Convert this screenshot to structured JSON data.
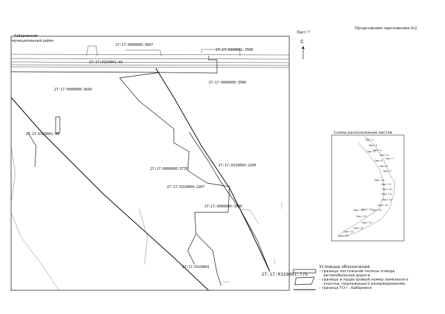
{
  "header": {
    "continuation": "Продолжение приложения №2",
    "sheet": "Лист 7",
    "north": "С"
  },
  "city_label": [
    "Хабаровский",
    "муниципальный район"
  ],
  "parcels": [
    "27:17:0000000:3607",
    "27:17:0329001:3580",
    "27:17:0329001:49",
    "27:17:0000000:3580",
    "27:17:0000000:3643",
    "27:17:0329001:48",
    "27:17:0329004:2209",
    "27:17:0000000:3735",
    "27:17:0329004:2207",
    "27:17:0000000:3580",
    "27:17:0329001:775",
    "27:17:0329001"
  ],
  "legend": {
    "title": "Условные обозначения",
    "items": [
      "- граница постоянной полосы отвода",
      "автомобильной дороги",
      "- граница и кадастровый номер земельного",
      "участка, подлежащего резервированию",
      "- граница ГО г. Хабаровск"
    ]
  },
  "inset": {
    "title": "Схема расположения листов",
    "sheets": [
      "Лист 1",
      "Лист 2",
      "Лист 3",
      "Лист 4",
      "Лист 5",
      "Лист 6",
      "Лист 7",
      "Лист 8",
      "Лист 9",
      "Лист 10",
      "Лист 11",
      "Лист 12",
      "Лист 13",
      "Лист 14",
      "Лист 15",
      "Лист 16",
      "Лист 17",
      "Лист 18",
      "Лист 19",
      "Лист 20",
      "Лист 21",
      "Лист 22",
      "Лист 23"
    ]
  }
}
